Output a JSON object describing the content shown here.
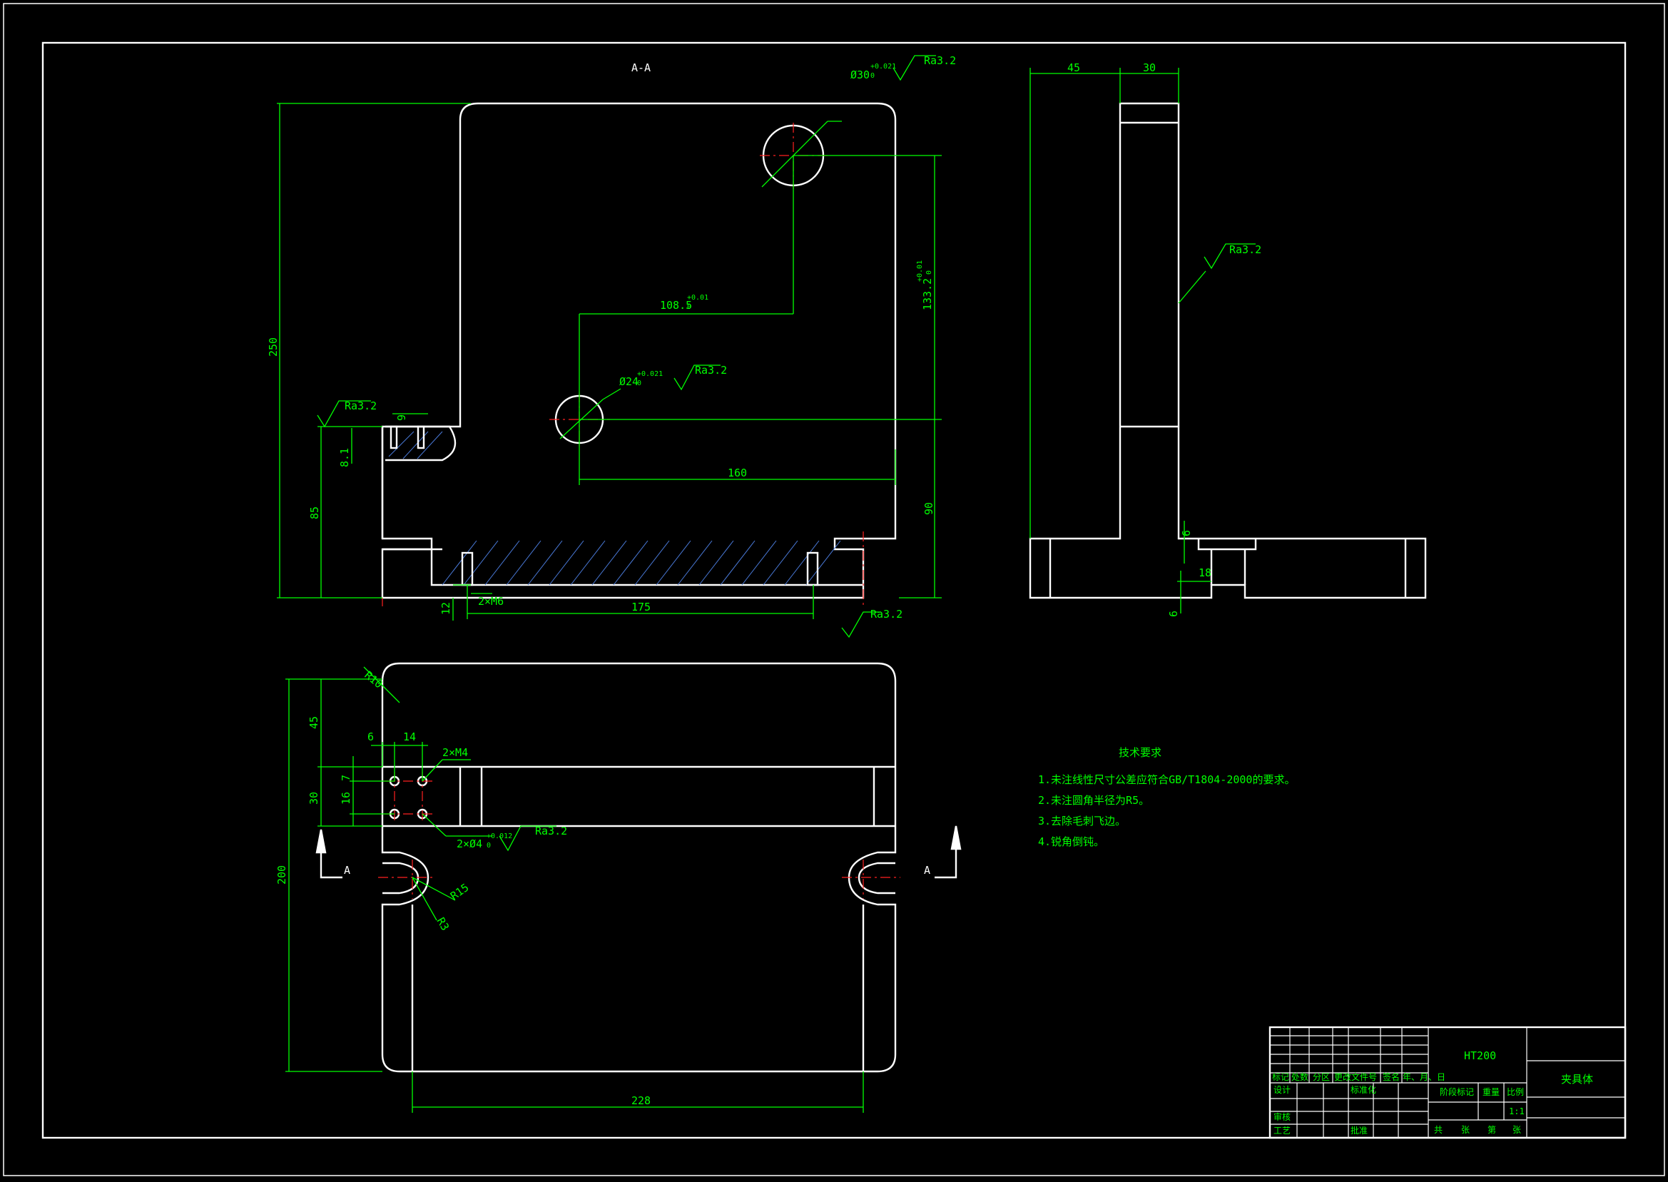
{
  "section_label": "A-A",
  "roughness": "Ra3.2",
  "dims": {
    "d30": "Ø30",
    "d30_tol_up": "+0.021",
    "d30_tol_lo": "0",
    "d24": "Ø24",
    "d24_tol_up": "+0.021",
    "d24_tol_lo": "0",
    "d1085": "108.5",
    "d1085_tol_up": "+0.01",
    "d1085_tol_lo": "0",
    "d1332": "133.2",
    "d1332_tol_up": "+0.01",
    "d1332_tol_lo": "0",
    "d250": "250",
    "d85": "85",
    "d90": "90",
    "d160": "160",
    "d175": "175",
    "d9": "9",
    "d8": "8.1",
    "d12": "12",
    "m6": "2×M6",
    "d45_side": "45",
    "d30_side": "30",
    "d6a": "6",
    "d18": "18",
    "d6b": "6",
    "r10": "R10",
    "d45_top": "45",
    "d6": "6",
    "d14": "14",
    "m4": "2×M4",
    "d7": "7",
    "d30_top": "30",
    "d16": "16",
    "d4": "2×Ø4",
    "d4_tol_up": "+0.012",
    "d4_tol_lo": "0",
    "d200": "200",
    "r15": "R15",
    "r3": "R3",
    "d228": "228",
    "sec_a": "A"
  },
  "tech": {
    "title": "技术要求",
    "items": [
      "1.未注线性尺寸公差应符合GB/T1804-2000的要求。",
      "2.未注圆角半径为R5。",
      "3.去除毛刺飞边。",
      "4.锐角倒钝。"
    ]
  },
  "title_block": {
    "material": "HT200",
    "part_name": "夹具体",
    "scale": "1:1",
    "headers": [
      "标记",
      "处数",
      "分区",
      "更改文件号",
      "签名",
      "年、月、日"
    ],
    "design": "设计",
    "standard": "标准化",
    "review": "审核",
    "process": "工艺",
    "approve": "批准",
    "stage": "阶段标记",
    "weight": "重量",
    "scale_label": "比例",
    "sheets": [
      "共",
      "张",
      "第",
      "张"
    ]
  }
}
